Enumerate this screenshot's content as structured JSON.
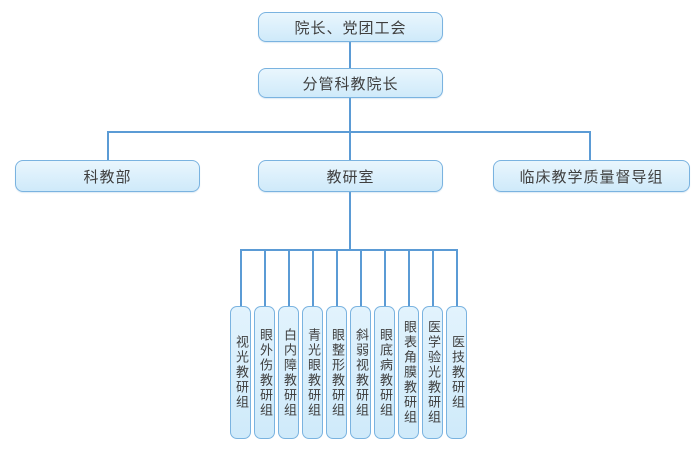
{
  "org_chart": {
    "root": {
      "label": "院长、党团工会"
    },
    "level2": {
      "label": "分管科教院长"
    },
    "level3": [
      {
        "label": "科教部"
      },
      {
        "label": "教研室"
      },
      {
        "label": "临床教学质量督导组"
      }
    ],
    "level4": [
      {
        "label": "视光教研组"
      },
      {
        "label": "眼外伤教研组"
      },
      {
        "label": "白内障教研组"
      },
      {
        "label": "青光眼教研组"
      },
      {
        "label": "眼整形教研组"
      },
      {
        "label": "斜弱视教研组"
      },
      {
        "label": "眼底病教研组"
      },
      {
        "label": "眼表角膜教研组"
      },
      {
        "label": "医学验光教研组"
      },
      {
        "label": "医技教研组"
      }
    ]
  },
  "colors": {
    "box_fill": "#d3ecfa",
    "box_border": "#7ab3e0",
    "connector": "#5b9bd5",
    "text": "#3f3f3f",
    "background": "#ffffff"
  }
}
